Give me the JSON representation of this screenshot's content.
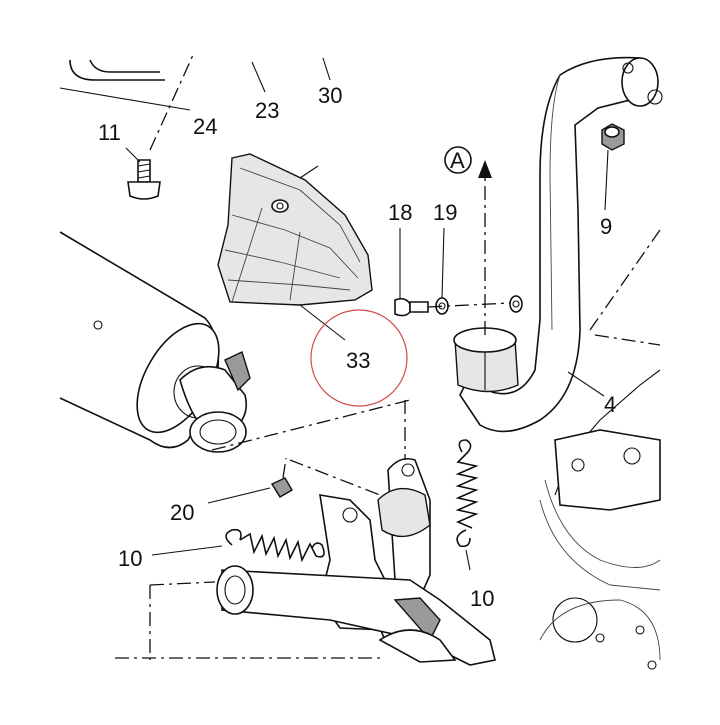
{
  "callouts": [
    {
      "id": "c24",
      "text": "24"
    },
    {
      "id": "c23",
      "text": "23"
    },
    {
      "id": "c30",
      "text": "30"
    },
    {
      "id": "c11",
      "text": "11"
    },
    {
      "id": "c18",
      "text": "18"
    },
    {
      "id": "c19",
      "text": "19"
    },
    {
      "id": "c9",
      "text": "9"
    },
    {
      "id": "c33",
      "text": "33"
    },
    {
      "id": "c4",
      "text": "4"
    },
    {
      "id": "c20",
      "text": "20"
    },
    {
      "id": "c10a",
      "text": "10"
    },
    {
      "id": "c10b",
      "text": "10"
    }
  ],
  "view_marker": {
    "text": "A"
  },
  "highlight": {
    "part": "33",
    "color": "#d04a4a"
  },
  "colors": {
    "line": "#111111",
    "shade": "#e6e6e6",
    "dark": "#9a9a9a"
  }
}
